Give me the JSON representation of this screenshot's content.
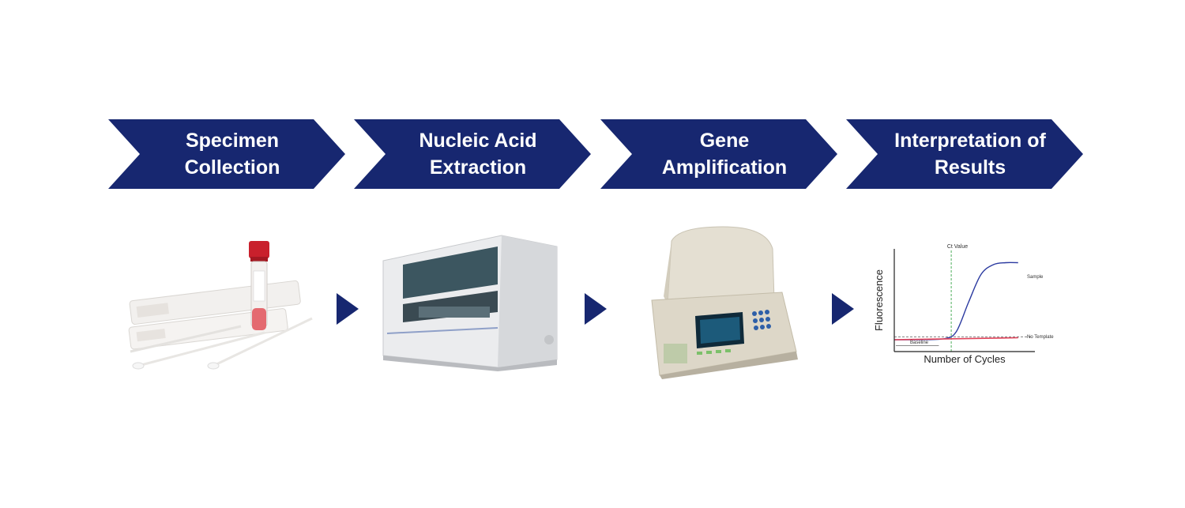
{
  "colors": {
    "chevron": "#172770",
    "arrow": "#172770",
    "sample_curve": "#2b3aa0",
    "no_template": "#e0435a",
    "ct_line": "#3aa64a"
  },
  "steps": [
    {
      "label": "Specimen\nCollection"
    },
    {
      "label": "Nucleic Acid\nExtraction"
    },
    {
      "label": "Gene\nAmplification"
    },
    {
      "label": "Interpretation of\nResults"
    }
  ],
  "icons": [
    "swab-kit-illustration",
    "extraction-instrument-illustration",
    "thermal-cycler-illustration",
    "arrow-right-icon"
  ],
  "chart_data": {
    "type": "line",
    "title": "",
    "xlabel": "Number of Cycles",
    "ylabel": "Fluorescence",
    "annotations": {
      "ct": "Ct Value",
      "baseline": "Baseline"
    },
    "series": [
      {
        "name": "Sample",
        "x": [
          0,
          10,
          20,
          25,
          30,
          35,
          40,
          45,
          50
        ],
        "y": [
          0.12,
          0.12,
          0.13,
          0.2,
          0.5,
          0.78,
          0.88,
          0.9,
          0.9
        ]
      },
      {
        "name": "No Template",
        "x": [
          0,
          50
        ],
        "y": [
          0.12,
          0.14
        ]
      }
    ],
    "ct_x": 23,
    "threshold_y": 0.15,
    "xlim": [
      0,
      52
    ],
    "ylim": [
      0,
      1
    ],
    "grid": false
  }
}
